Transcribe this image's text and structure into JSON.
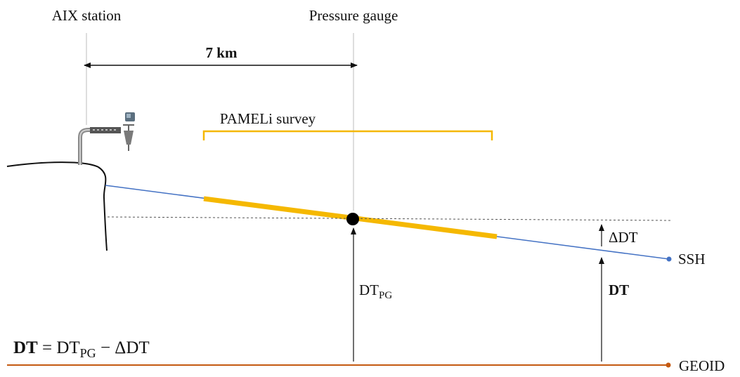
{
  "labels": {
    "station": "AIX station",
    "gauge": "Pressure gauge",
    "distance": "7 km",
    "survey": "PAMELi survey",
    "delta_dt": "ΔDT",
    "ssh": "SSH",
    "dt_pg_main": "DT",
    "dt_pg_sub": "PG",
    "dt": "DT",
    "geoid": "GEOID",
    "formula_lhs": "DT",
    "formula_eq": " = ",
    "formula_dt": "DT",
    "formula_sub": "PG",
    "formula_minus": " − ΔDT"
  },
  "colors": {
    "ssh_line": "#4472c4",
    "survey": "#f5b800",
    "geoid": "#c55a11",
    "ink": "#111111",
    "guide": "#bdbdbd"
  }
}
